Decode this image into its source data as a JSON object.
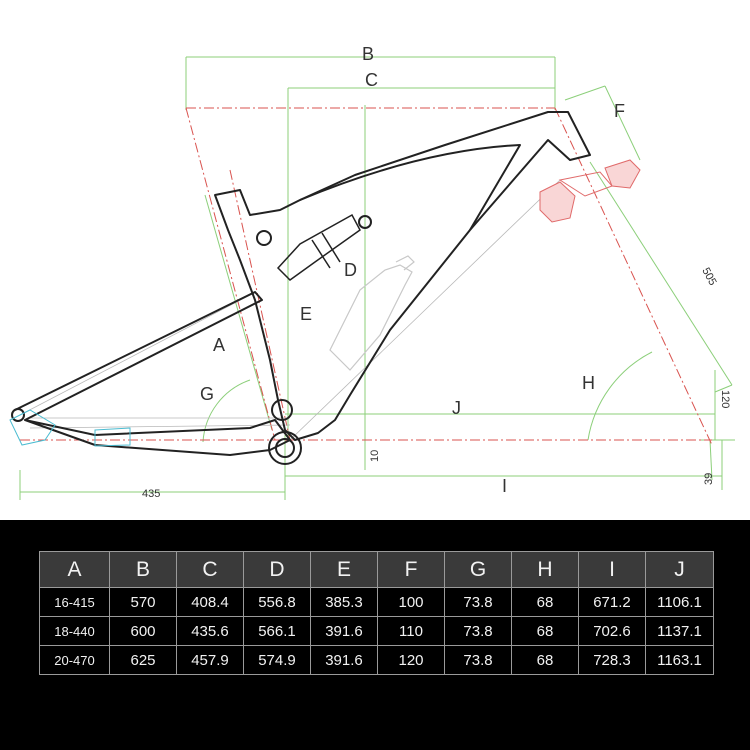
{
  "diagram": {
    "labels": {
      "A": "A",
      "B": "B",
      "C": "C",
      "D": "D",
      "E": "E",
      "F": "F",
      "G": "G",
      "H": "H",
      "I": "I",
      "J": "J"
    },
    "dims": {
      "chainstay": "435",
      "shock_mount": "505",
      "head_offset": "120",
      "bb_drop": "10",
      "fork_offset": "39"
    }
  },
  "table": {
    "columns": [
      "A",
      "B",
      "C",
      "D",
      "E",
      "F",
      "G",
      "H",
      "I",
      "J"
    ],
    "rows": [
      [
        "16-415",
        "570",
        "408.4",
        "556.8",
        "385.3",
        "100",
        "73.8",
        "68",
        "671.2",
        "1106.1"
      ],
      [
        "18-440",
        "600",
        "435.6",
        "566.1",
        "391.6",
        "110",
        "73.8",
        "68",
        "702.6",
        "1137.1"
      ],
      [
        "20-470",
        "625",
        "457.9",
        "574.9",
        "391.6",
        "120",
        "73.8",
        "68",
        "728.3",
        "1163.1"
      ]
    ]
  }
}
